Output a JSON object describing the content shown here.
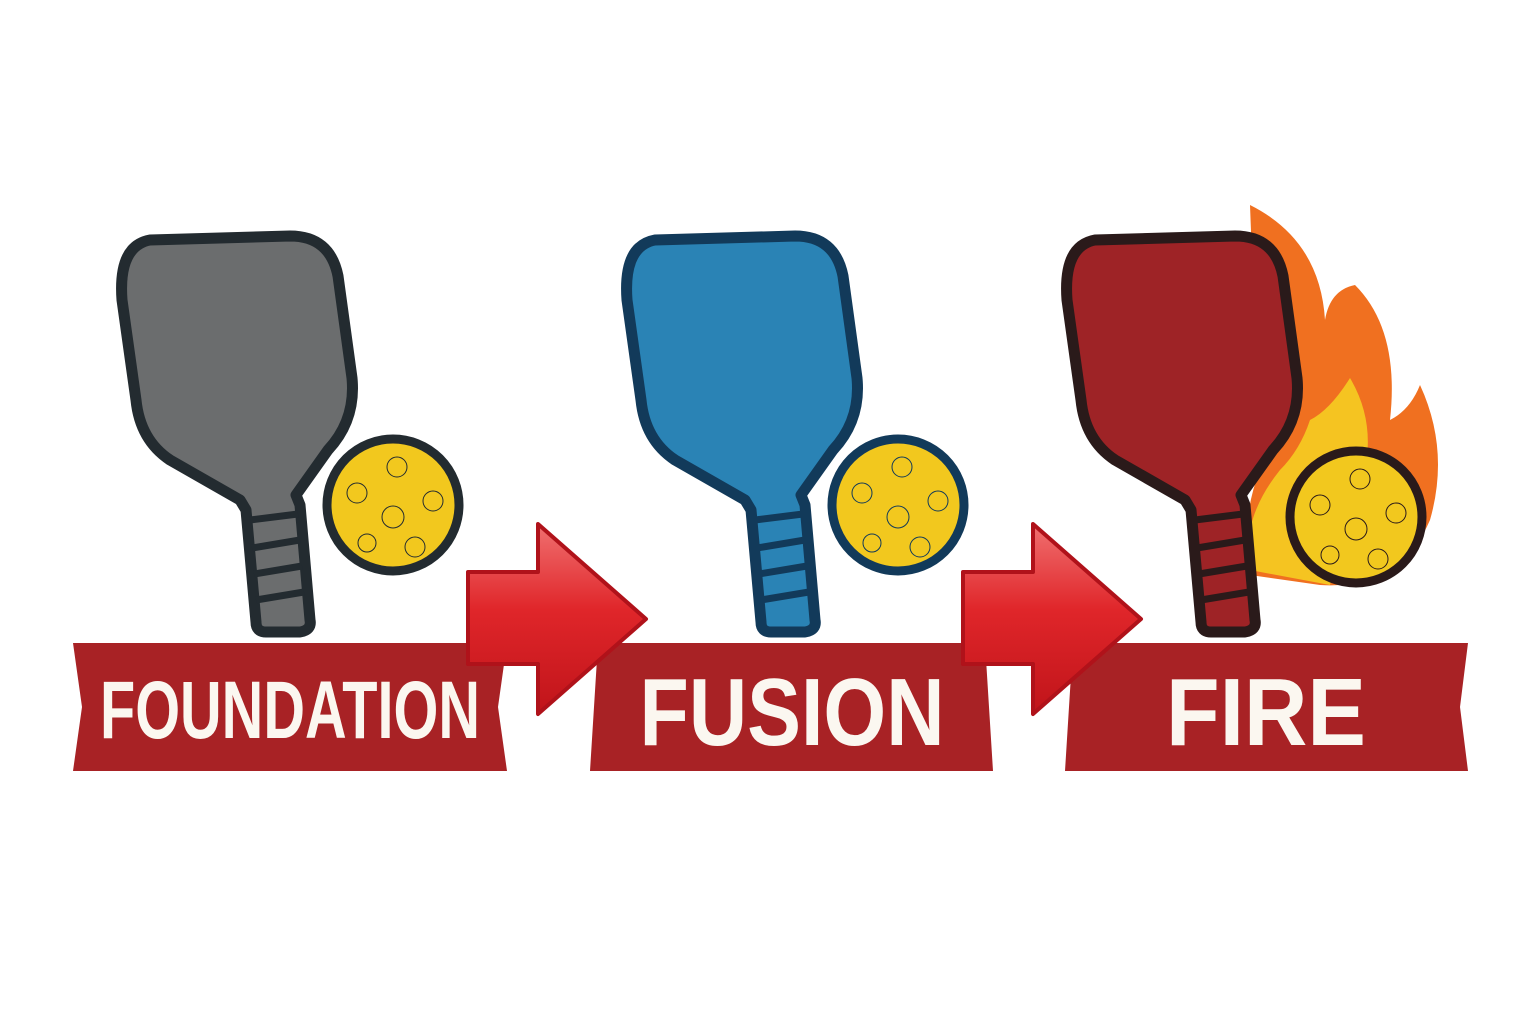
{
  "stages": [
    {
      "label": "FOUNDATION",
      "paddle_color": "#6b6d6e",
      "outline_color": "#232b30",
      "icon": "pickleball-paddle-icon"
    },
    {
      "label": "FUSION",
      "paddle_color": "#2a83b5",
      "outline_color": "#123a5a",
      "icon": "pickleball-paddle-icon"
    },
    {
      "label": "FIRE",
      "paddle_color": "#9e2326",
      "outline_color": "#2a1a1a",
      "icon": "pickleball-paddle-on-fire-icon"
    }
  ],
  "colors": {
    "banner": "#a82225",
    "arrow": "#d91c20",
    "ball": "#f2c81e",
    "flame_outer": "#f07020",
    "flame_inner": "#f5c421"
  }
}
